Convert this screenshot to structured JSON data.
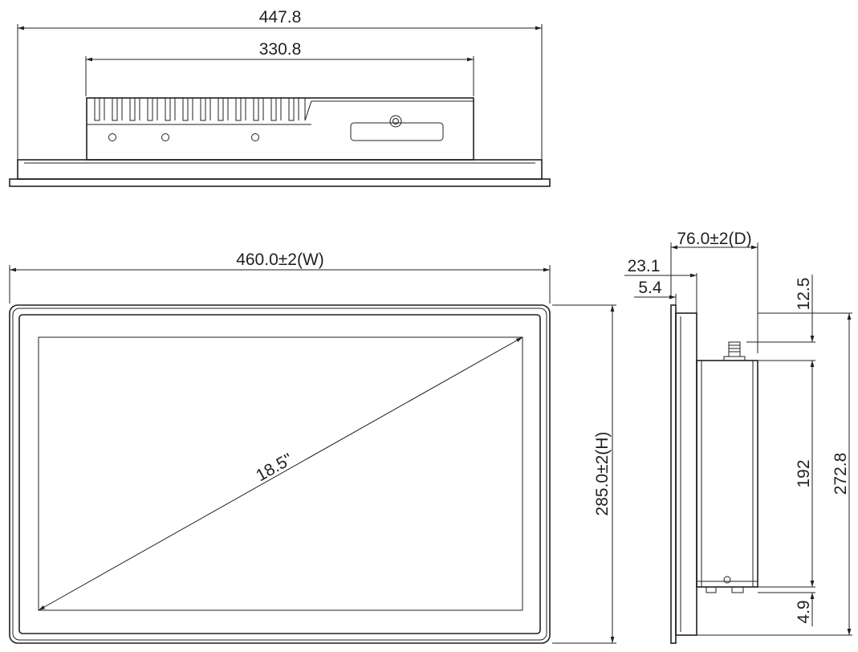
{
  "colors": {
    "line": "#231f20",
    "background": "#ffffff"
  },
  "top_view": {
    "overall_width": "447.8",
    "chassis_width": "330.8"
  },
  "front_view": {
    "width": "460.0±2(W)",
    "height": "285.0±2(H)",
    "diagonal": "18.5\""
  },
  "side_view": {
    "depth": "76.0±2(D)",
    "bezel_depth": "23.1",
    "frame_depth": "5.4",
    "top_offset": "12.5",
    "chassis_height": "192",
    "overall_height": "272.8",
    "bottom_offset": "4.9"
  }
}
